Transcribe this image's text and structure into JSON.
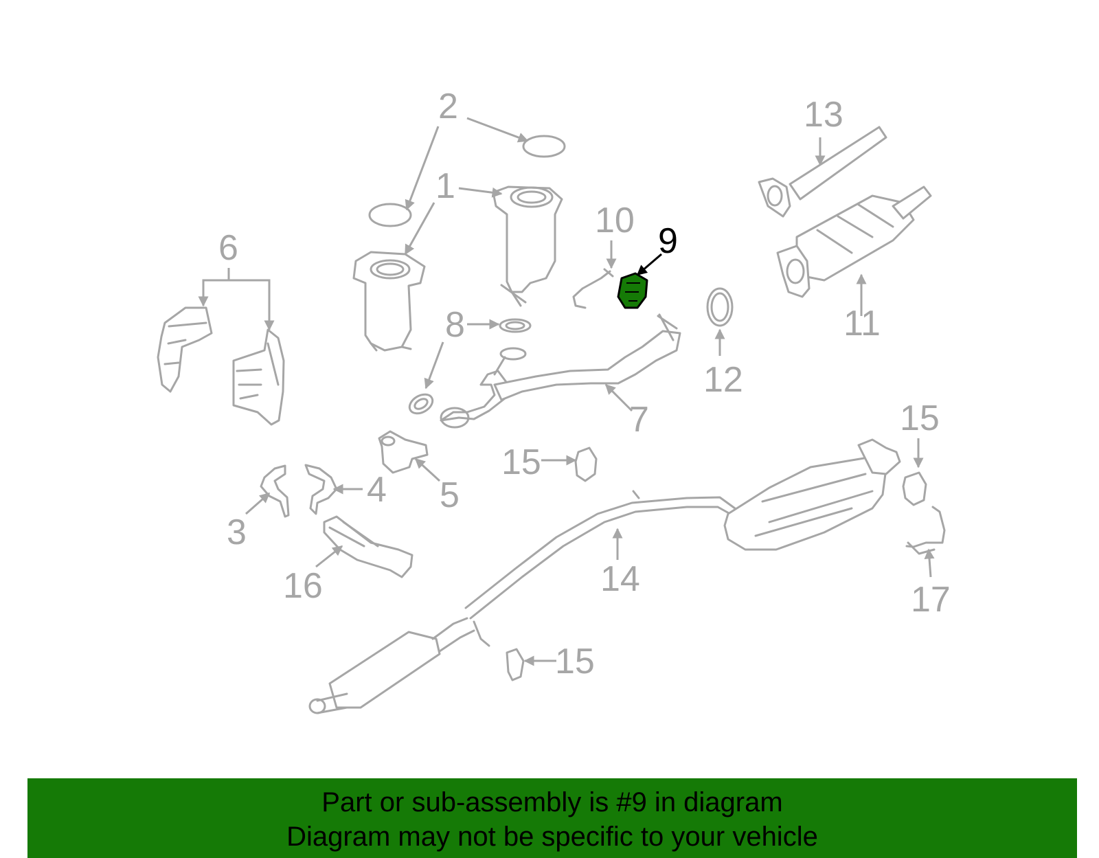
{
  "diagram": {
    "highlight_part": "9",
    "highlight_color": "#157a06",
    "part_numbers": {
      "p1": "1",
      "p2": "2",
      "p3": "3",
      "p4": "4",
      "p5": "5",
      "p6": "6",
      "p7": "7",
      "p8": "8",
      "p9": "9",
      "p10": "10",
      "p11": "11",
      "p12": "12",
      "p13": "13",
      "p14": "14",
      "p15a": "15",
      "p15b": "15",
      "p15c": "15",
      "p16": "16",
      "p17": "17"
    }
  },
  "banner": {
    "line1": "Part or sub-assembly is #9 in diagram",
    "line2": "Diagram may not be specific to your vehicle",
    "background": "#157a06"
  }
}
